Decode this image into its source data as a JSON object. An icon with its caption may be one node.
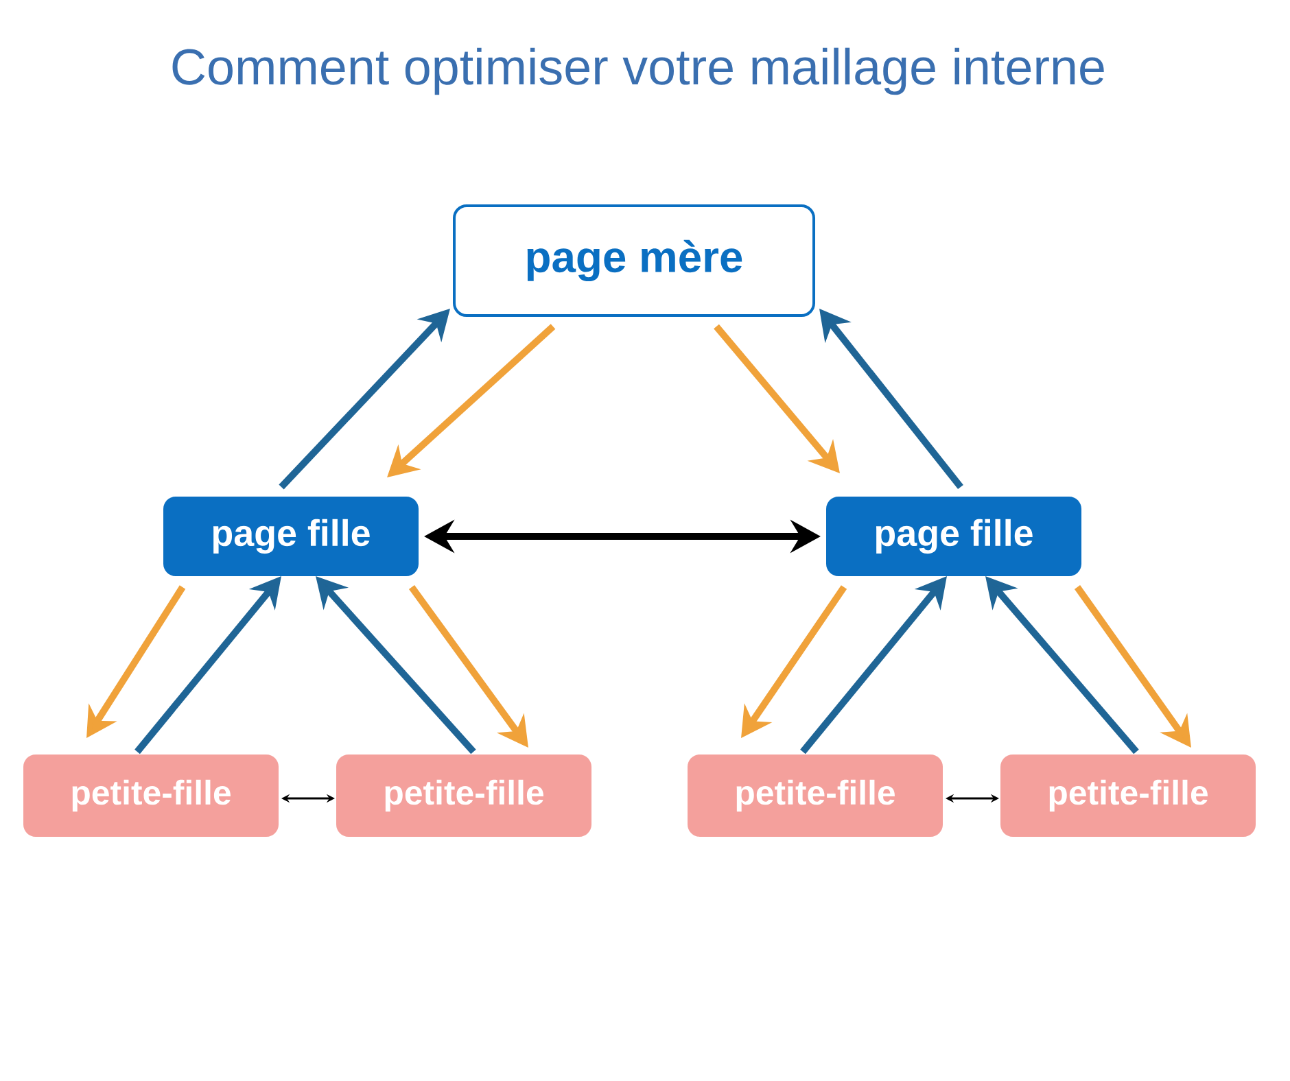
{
  "diagram": {
    "title": "Comment optimiser votre maillage interne",
    "nodes": [
      {
        "text": [
          "page mère"
        ]
      },
      {
        "text": [
          "page fille"
        ]
      },
      {
        "text": [
          "page fille"
        ]
      },
      {
        "text": [
          "petite-fille"
        ]
      },
      {
        "text": [
          "petite-fille"
        ]
      },
      {
        "text": [
          "petite-fille"
        ]
      },
      {
        "text": [
          "petite-fille"
        ]
      }
    ],
    "edges": [
      {
        "from": 1,
        "to": 0,
        "arrow": "to",
        "color": "#1f6596"
      },
      {
        "from": 0,
        "to": 1,
        "arrow": "to",
        "color": "#f0a23a"
      },
      {
        "from": 2,
        "to": 0,
        "arrow": "to",
        "color": "#1f6596"
      },
      {
        "from": 0,
        "to": 2,
        "arrow": "to",
        "color": "#f0a23a"
      },
      {
        "from": 1,
        "to": 2,
        "arrow": "both",
        "color": "#000000"
      },
      {
        "from": 1,
        "to": 3,
        "arrow": "to",
        "color": "#f0a23a"
      },
      {
        "from": 3,
        "to": 1,
        "arrow": "to",
        "color": "#1f6596"
      },
      {
        "from": 4,
        "to": 1,
        "arrow": "to",
        "color": "#1f6596"
      },
      {
        "from": 1,
        "to": 4,
        "arrow": "to",
        "color": "#f0a23a"
      },
      {
        "from": 2,
        "to": 5,
        "arrow": "to",
        "color": "#f0a23a"
      },
      {
        "from": 5,
        "to": 2,
        "arrow": "to",
        "color": "#1f6596"
      },
      {
        "from": 6,
        "to": 2,
        "arrow": "to",
        "color": "#1f6596"
      },
      {
        "from": 2,
        "to": 6,
        "arrow": "to",
        "color": "#f0a23a"
      },
      {
        "from": 3,
        "to": 4,
        "arrow": "both",
        "color": "#000000"
      },
      {
        "from": 5,
        "to": 6,
        "arrow": "both",
        "color": "#000000"
      }
    ]
  }
}
